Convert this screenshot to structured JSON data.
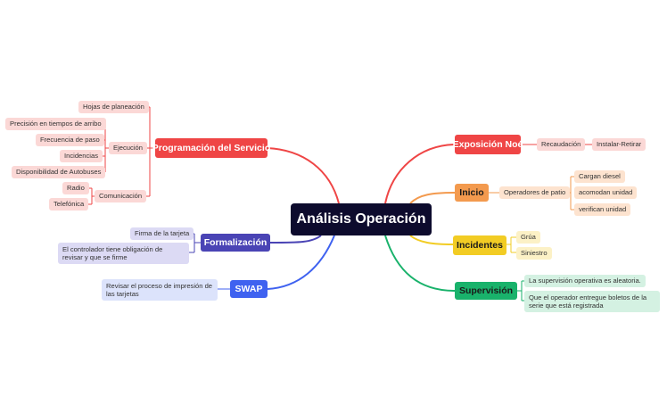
{
  "central": "Análisis Operación",
  "colors": {
    "central": "#0d0b2d",
    "programacion": "#ef4545",
    "formalizacion": "#4a44b5",
    "swap": "#3f62f0",
    "exposicion": "#ef4545",
    "inicio": "#f39a4e",
    "incidentes": "#f2cc24",
    "supervision": "#19b26b"
  },
  "left": {
    "programacion": {
      "label": "Programación del Servicio",
      "hojas": "Hojas de planeación",
      "ejecucion": {
        "label": "Ejecución",
        "items": [
          "Precisión en tiempos de arribo",
          "Frecuencia de paso",
          "Incidencias",
          "Disponibilidad de Autobuses"
        ]
      },
      "comunicacion": {
        "label": "Comunicación",
        "items": [
          "Radio",
          "Telefónica"
        ]
      }
    },
    "formalizacion": {
      "label": "Formalización",
      "items": [
        "Firma de la tarjeta",
        "El controlador tiene obligación de revisar y que se firme"
      ]
    },
    "swap": {
      "label": "SWAP",
      "items": [
        "Revisar el proceso de impresión de las tarjetas"
      ]
    }
  },
  "right": {
    "exposicion": {
      "label": "Exposición Noé",
      "recaudacion": "Recaudación",
      "instalar": "Instalar-Retirar"
    },
    "inicio": {
      "label": "Inicio",
      "operadores": "Operadores de patio",
      "items": [
        "Cargan diesel",
        "acomodan unidad",
        "verifican unidad"
      ]
    },
    "incidentes": {
      "label": "Incidentes",
      "items": [
        "Grúa",
        "Siniestro"
      ]
    },
    "supervision": {
      "label": "Supervisión",
      "items": [
        "La supervisión operativa es aleatoria.",
        "Que el operador entregue boletos de la serie que está registrada"
      ]
    }
  }
}
